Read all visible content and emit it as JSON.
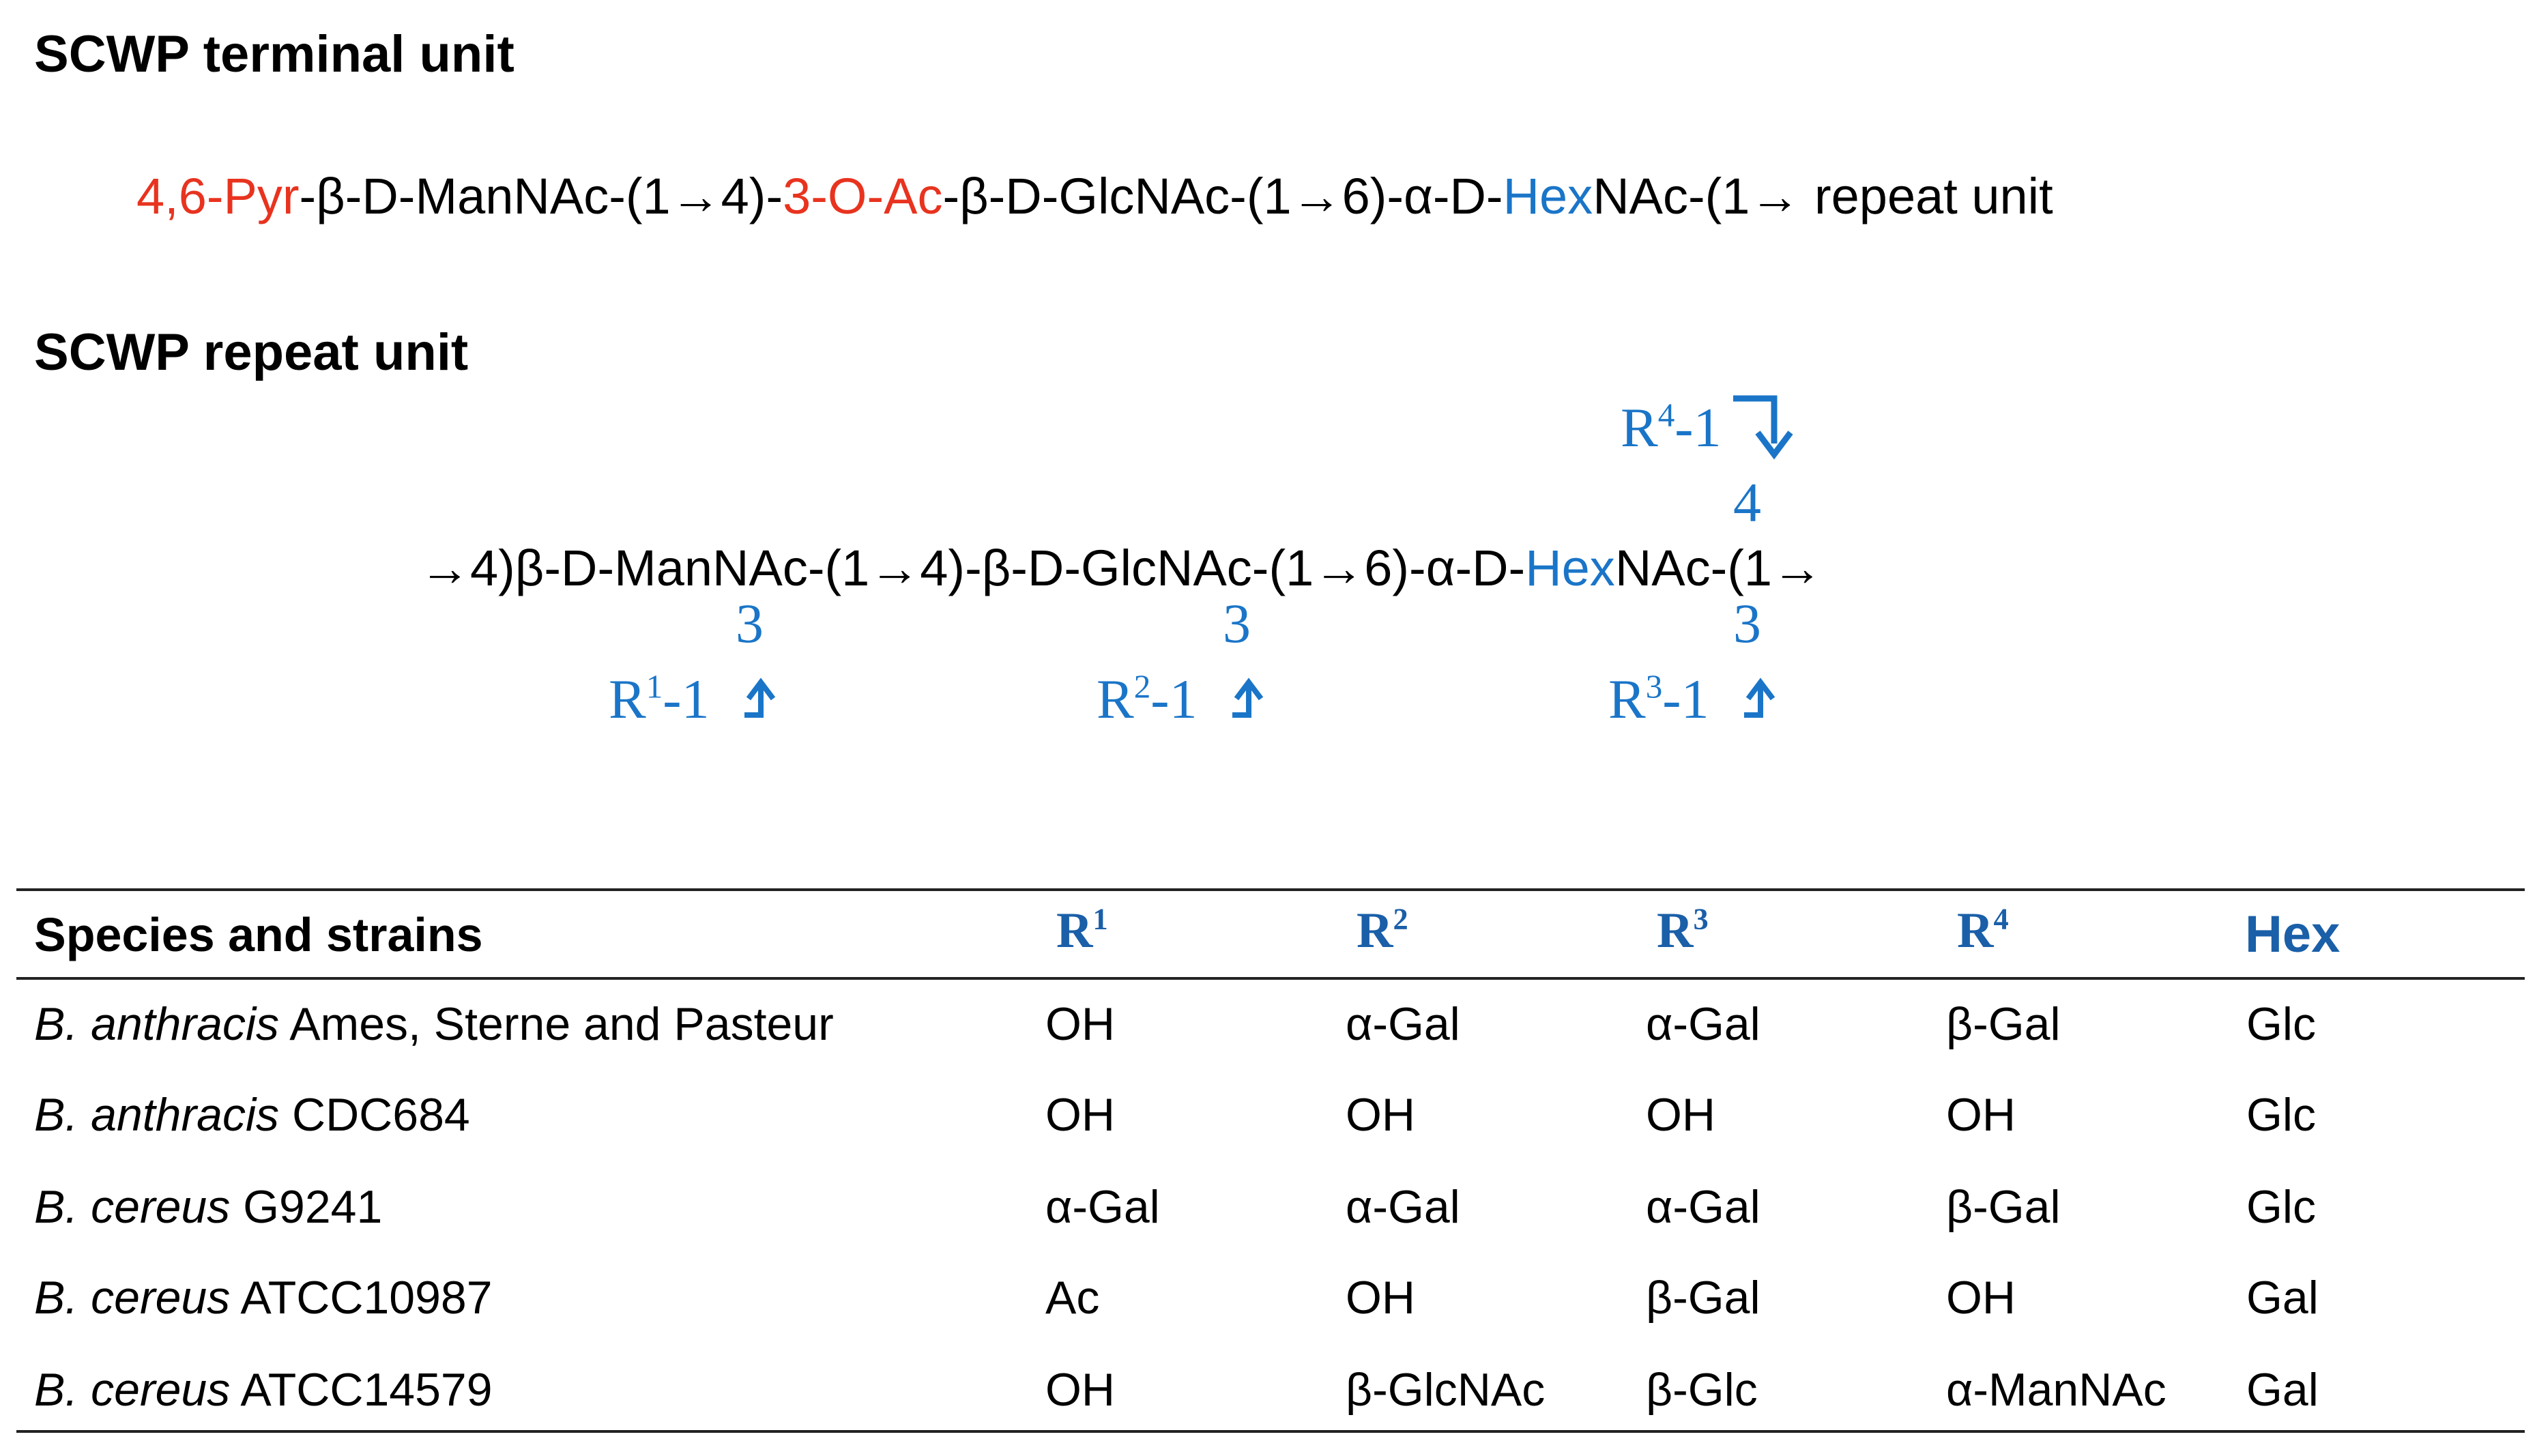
{
  "terminal": {
    "heading": "SCWP terminal unit",
    "seg_pyr": "4,6-Pyr",
    "seg_mannac": "-β-D-ManNAc-(1→4)-",
    "seg_oac": "3-O-Ac",
    "seg_glcnac": "-β-D-GlcNAc-(1→6)-α-D-",
    "seg_hex": "Hex",
    "seg_end": "NAc-(1→ repeat unit"
  },
  "repeat": {
    "heading": "SCWP repeat unit",
    "seg_start": "→4)β-D-ManNAc-(1→4)-β-D-GlcNAc-(1→6)-α-D-",
    "seg_hex": "Hex",
    "seg_end": "NAc-(1→",
    "pos_top": "4",
    "pos_3a": "3",
    "pos_3b": "3",
    "pos_3c": "3",
    "r4_label": "R",
    "r4_sup": "4",
    "r4_suffix": "-1",
    "r1_label": "R",
    "r1_sup": "1",
    "r1_suffix": "-1",
    "r2_label": "R",
    "r2_sup": "2",
    "r2_suffix": "-1",
    "r3_label": "R",
    "r3_sup": "3",
    "r3_suffix": "-1"
  },
  "table": {
    "header": {
      "species": "Species and strains",
      "r1": "R",
      "r1_sup": "1",
      "r2": "R",
      "r2_sup": "2",
      "r3": "R",
      "r3_sup": "3",
      "r4": "R",
      "r4_sup": "4",
      "hex": "Hex"
    },
    "rows": [
      {
        "genus": "B. anthracis",
        "strain": " Ames, Sterne and Pasteur",
        "r1": "OH",
        "r2": "α-Gal",
        "r3": "α-Gal",
        "r4": "β-Gal",
        "hex": "Glc"
      },
      {
        "genus": "B. anthracis",
        "strain": " CDC684",
        "r1": "OH",
        "r2": "OH",
        "r3": "OH",
        "r4": "OH",
        "hex": "Glc"
      },
      {
        "genus": "B. cereus",
        "strain": " G9241",
        "r1": "α-Gal",
        "r2": "α-Gal",
        "r3": "α-Gal",
        "r4": "β-Gal",
        "hex": "Glc"
      },
      {
        "genus": "B. cereus",
        "strain": " ATCC10987",
        "r1": "Ac",
        "r2": "OH",
        "r3": "β-Gal",
        "r4": "OH",
        "hex": "Gal"
      },
      {
        "genus": "B. cereus",
        "strain": " ATCC14579",
        "r1": "OH",
        "r2": "β-GlcNAc",
        "r3": "β-Glc",
        "r4": "α-ManNAc",
        "hex": "Gal"
      }
    ]
  },
  "colors": {
    "red": "#e8331f",
    "blue": "#1a75c8",
    "table_header_blue": "#1a5fa8"
  }
}
